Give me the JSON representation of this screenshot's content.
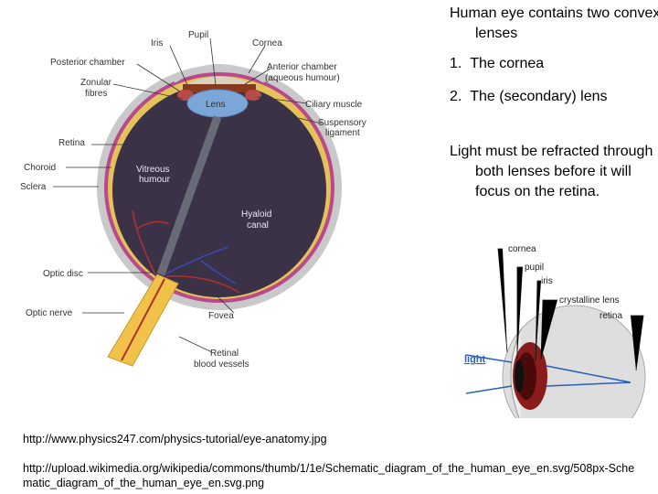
{
  "text": {
    "heading": "Human eye contains two convex lenses",
    "items": [
      "The cornea",
      "The (secondary) lens"
    ],
    "body": "Light must be refracted through both lenses before it will focus on the retina.",
    "url1": "http://www.physics247.com/physics-tutorial/eye-anatomy.jpg",
    "url2": "http://upload.wikimedia.org/wikipedia/commons/thumb/1/1e/Schematic_diagram_of_the_human_eye_en.svg/508px-Schematic_diagram_of_the_human_eye_en.svg.png"
  },
  "eye_diagram": {
    "labels": {
      "pupil": "Pupil",
      "iris": "Iris",
      "cornea": "Cornea",
      "posterior_chamber": "Posterior chamber",
      "zonular_fibres_1": "Zonular",
      "zonular_fibres_2": "fibres",
      "anterior_chamber_1": "Anterior chamber",
      "anterior_chamber_2": "(aqueous humour)",
      "lens": "Lens",
      "ciliary_muscle": "Ciliary muscle",
      "suspensory_1": "Suspensory",
      "suspensory_2": "ligament",
      "retina": "Retina",
      "choroid": "Choroid",
      "sclera": "Sclera",
      "vitreous_1": "Vitreous",
      "vitreous_2": "humour",
      "hyaloid_1": "Hyaloid",
      "hyaloid_2": "canal",
      "optic_disc": "Optic disc",
      "optic_nerve": "Optic nerve",
      "fovea": "Fovea",
      "retinal_vessels_1": "Retinal",
      "retinal_vessels_2": "blood vessels"
    }
  },
  "optics_diagram": {
    "labels": {
      "cornea": "cornea",
      "pupil": "pupil",
      "iris": "iris",
      "crystalline_lens": "crystalline lens",
      "retina": "retina",
      "light": "light"
    }
  },
  "colors": {
    "eye_interior": "#3c3248",
    "sclera": "#c9c9cc",
    "lens": "#7aa6d8",
    "nerve": "#f0c24a",
    "light_arrow": "#2a5fb8"
  }
}
